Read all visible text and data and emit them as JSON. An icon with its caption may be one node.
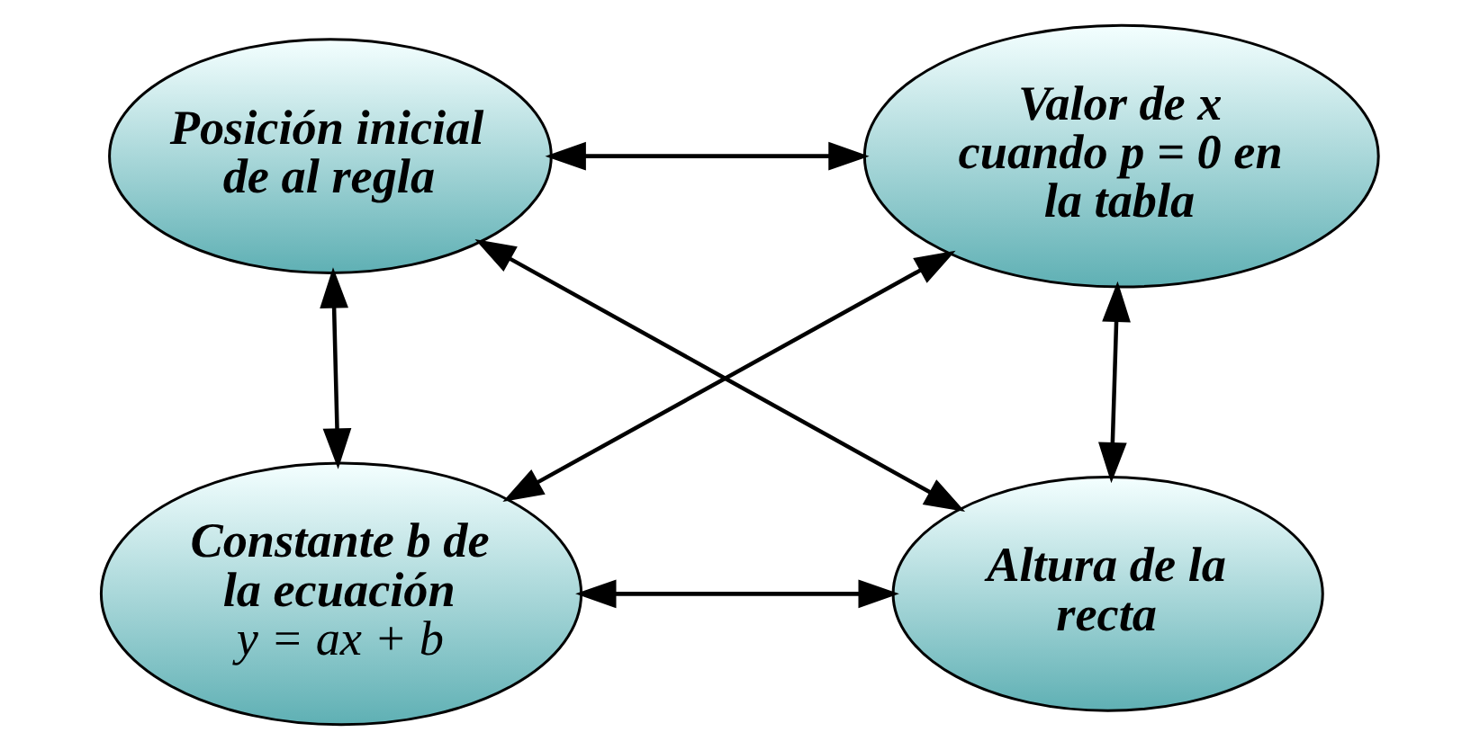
{
  "diagram": {
    "nodes": [
      {
        "text": [
          "Posición inicial de al regla"
        ]
      },
      {
        "text": [
          "Valor de x cuando p = 0 en la tabla"
        ]
      },
      {
        "text": [
          "Constante b de la ecuación",
          "y = ax + b"
        ]
      },
      {
        "text": [
          "Altura de la recta"
        ]
      }
    ],
    "edges": [
      {
        "from": 0,
        "to": 1,
        "arrow": "both"
      },
      {
        "from": 0,
        "to": 2,
        "arrow": "both"
      },
      {
        "from": 1,
        "to": 3,
        "arrow": "both"
      },
      {
        "from": 0,
        "to": 3,
        "arrow": "both"
      },
      {
        "from": 1,
        "to": 2,
        "arrow": "both"
      },
      {
        "from": 2,
        "to": 3,
        "arrow": "both"
      }
    ]
  }
}
